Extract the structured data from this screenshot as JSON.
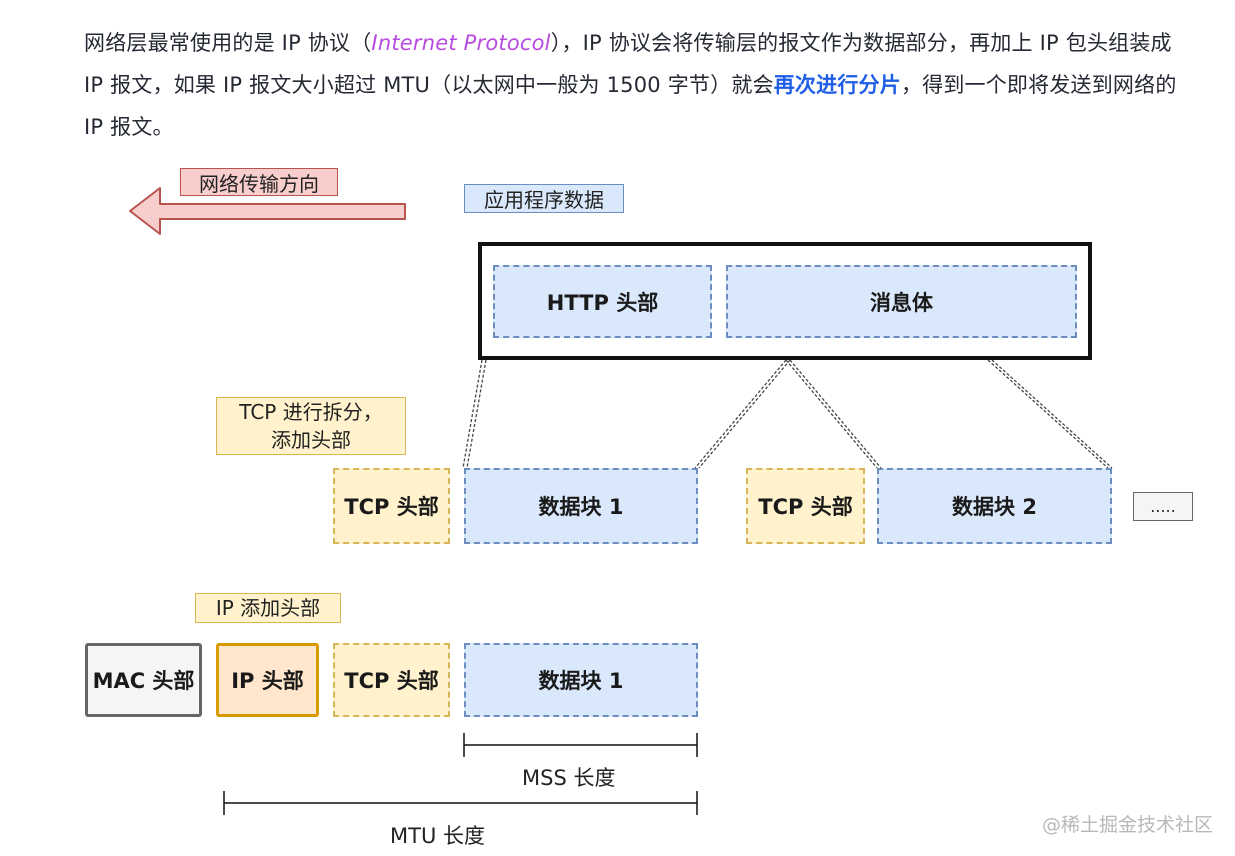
{
  "paragraph": {
    "part1": "网络层最常使用的是 IP 协议（",
    "emphasis": "Internet Protocol",
    "part2": "），IP 协议会将传输层的报文作为数据部分，再加上 IP 包头组装成 IP 报文，如果 IP 报文大小超过 MTU（以太网中一般为 1500 字节）就会",
    "strong": "再次进行分片",
    "part3": "，得到一个即将发送到网络的 IP 报文。"
  },
  "diagram": {
    "direction_label": "网络传输方向",
    "app_data_label": "应用程序数据",
    "http_header": "HTTP 头部",
    "message_body": "消息体",
    "tcp_label_line1": "TCP 进行拆分，",
    "tcp_label_line2": "添加头部",
    "tcp_header": "TCP 头部",
    "data_block_1": "数据块 1",
    "data_block_2": "数据块 2",
    "ellipsis": ".....",
    "ip_label": "IP 添加头部",
    "mac_header": "MAC 头部",
    "ip_header": "IP 头部",
    "mss_label": "MSS 长度",
    "mtu_label": "MTU 长度"
  },
  "watermark": "@稀土掘金技术社区",
  "colors": {
    "emphasis": "#b84be0",
    "strong": "#1e5de6",
    "blue_fill": "#dae8fc",
    "yellow_fill": "#fff2cc",
    "ip_fill": "#ffe6cc",
    "arrow_fill": "#f8cecc"
  }
}
